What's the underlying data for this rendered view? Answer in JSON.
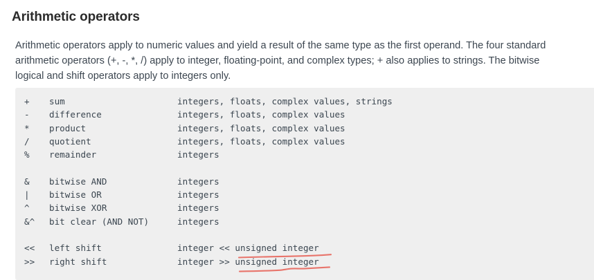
{
  "heading": "Arithmetic operators",
  "intro_paragraph": "Arithmetic operators apply to numeric values and yield a result of the same type as the first operand. The four standard arithmetic operators (+, -, *, /) apply to integer, floating-point, and complex types; + also applies to strings. The bitwise logical and shift operators apply to integers only.",
  "code_block": {
    "background_color": "#efefef",
    "text_color": "#3b4650",
    "rows": [
      {
        "op": "+",
        "name": "sum",
        "types": "integers, floats, complex values, strings"
      },
      {
        "op": "-",
        "name": "difference",
        "types": "integers, floats, complex values"
      },
      {
        "op": "*",
        "name": "product",
        "types": "integers, floats, complex values"
      },
      {
        "op": "/",
        "name": "quotient",
        "types": "integers, floats, complex values"
      },
      {
        "op": "%",
        "name": "remainder",
        "types": "integers"
      },
      {
        "op": "",
        "name": "",
        "types": ""
      },
      {
        "op": "&",
        "name": "bitwise AND",
        "types": "integers"
      },
      {
        "op": "|",
        "name": "bitwise OR",
        "types": "integers"
      },
      {
        "op": "^",
        "name": "bitwise XOR",
        "types": "integers"
      },
      {
        "op": "&^",
        "name": "bit clear (AND NOT)",
        "types": "integers"
      },
      {
        "op": "",
        "name": "",
        "types": ""
      },
      {
        "op": "<<",
        "name": "left shift",
        "types": "integer << unsigned integer"
      },
      {
        "op": ">>",
        "name": "right shift",
        "types": "integer >> unsigned integer"
      }
    ]
  },
  "annotations": {
    "color": "#e8746b",
    "marks": [
      {
        "label": "underline-left-shift-unsigned-integer",
        "target_text": "unsigned integer"
      },
      {
        "label": "underline-right-shift-unsigned-integer",
        "target_text": "unsigned integer"
      }
    ]
  }
}
